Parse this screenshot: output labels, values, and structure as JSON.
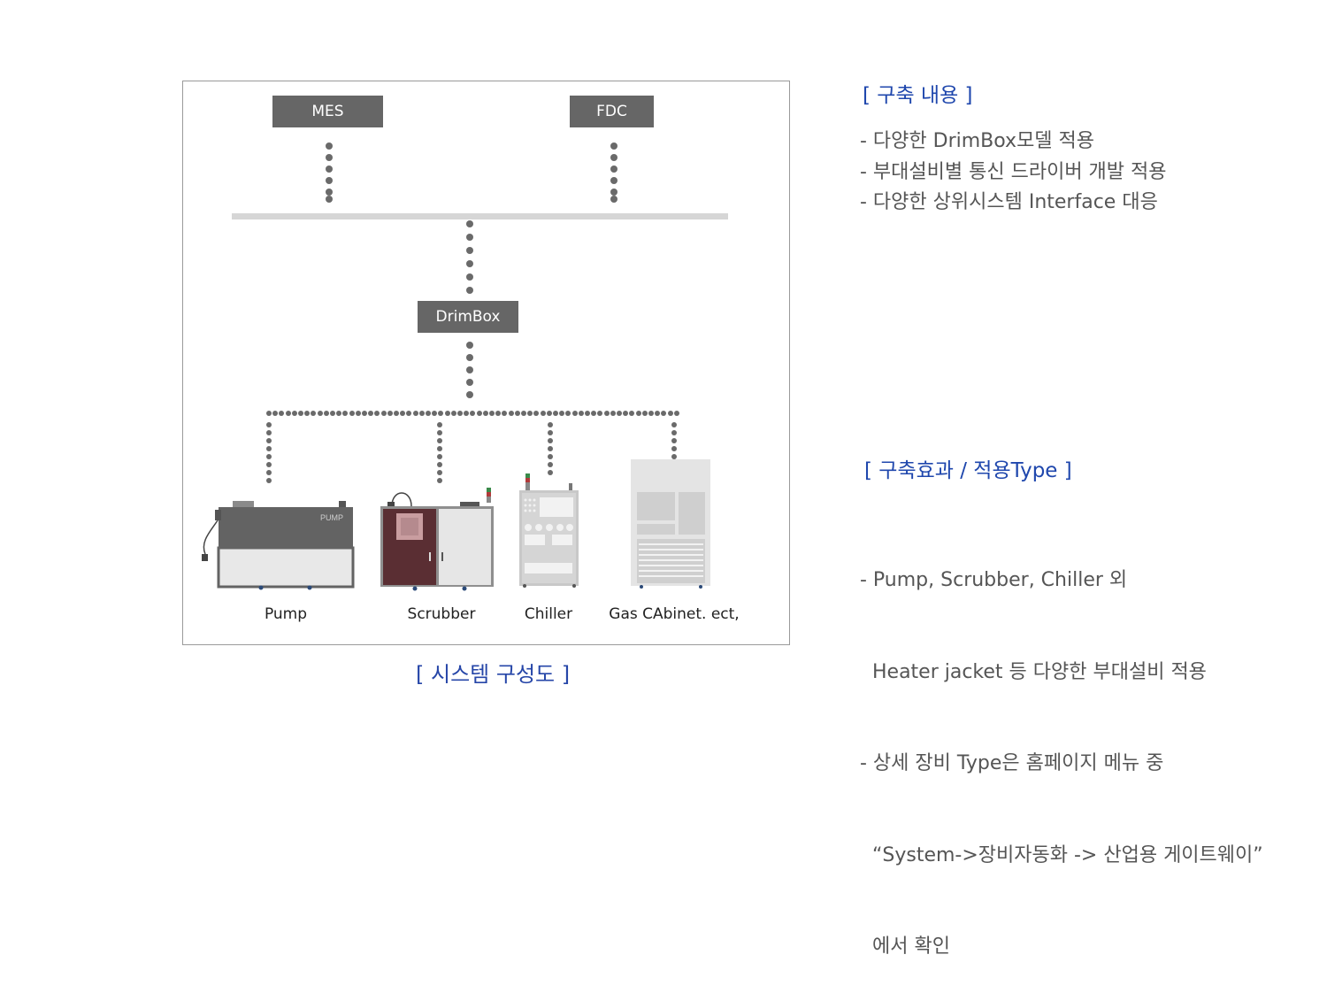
{
  "diagram": {
    "nodes": {
      "mes": "MES",
      "fdc": "FDC",
      "drimbox": "DrimBox"
    },
    "equipment": [
      {
        "label": "Pump",
        "icon": "pump-icon"
      },
      {
        "label": "Scrubber",
        "icon": "scrubber-icon"
      },
      {
        "label": "Chiller",
        "icon": "chiller-icon"
      },
      {
        "label": "Gas CAbinet. ect,",
        "icon": "gas-cabinet-icon"
      }
    ],
    "pump_badge": "PUMP",
    "caption": "[ 시스템 구성도 ]"
  },
  "section1": {
    "title": "[ 구축 내용 ]",
    "items": [
      "- 다양한 DrimBox모델 적용",
      "- 부대설비별 통신 드라이버 개발 적용",
      "- 다양한 상위시스템 Interface 대응"
    ]
  },
  "section2": {
    "title": "[ 구축효과 / 적용Type ]",
    "lines": [
      "- Pump, Scrubber, Chiller 외",
      "  Heater jacket 등 다양한 부대설비 적용",
      "- 상세 장비 Type은 홈페이지 메뉴 중",
      "  “System->장비자동화 -> 산업용 게이트웨이”",
      "  에서 확인"
    ]
  },
  "colors": {
    "accent": "#1f47ad",
    "box": "#666666",
    "dots": "#6a6a6a",
    "bus": "#d6d6d6",
    "scrubber": "#5a2e33"
  }
}
